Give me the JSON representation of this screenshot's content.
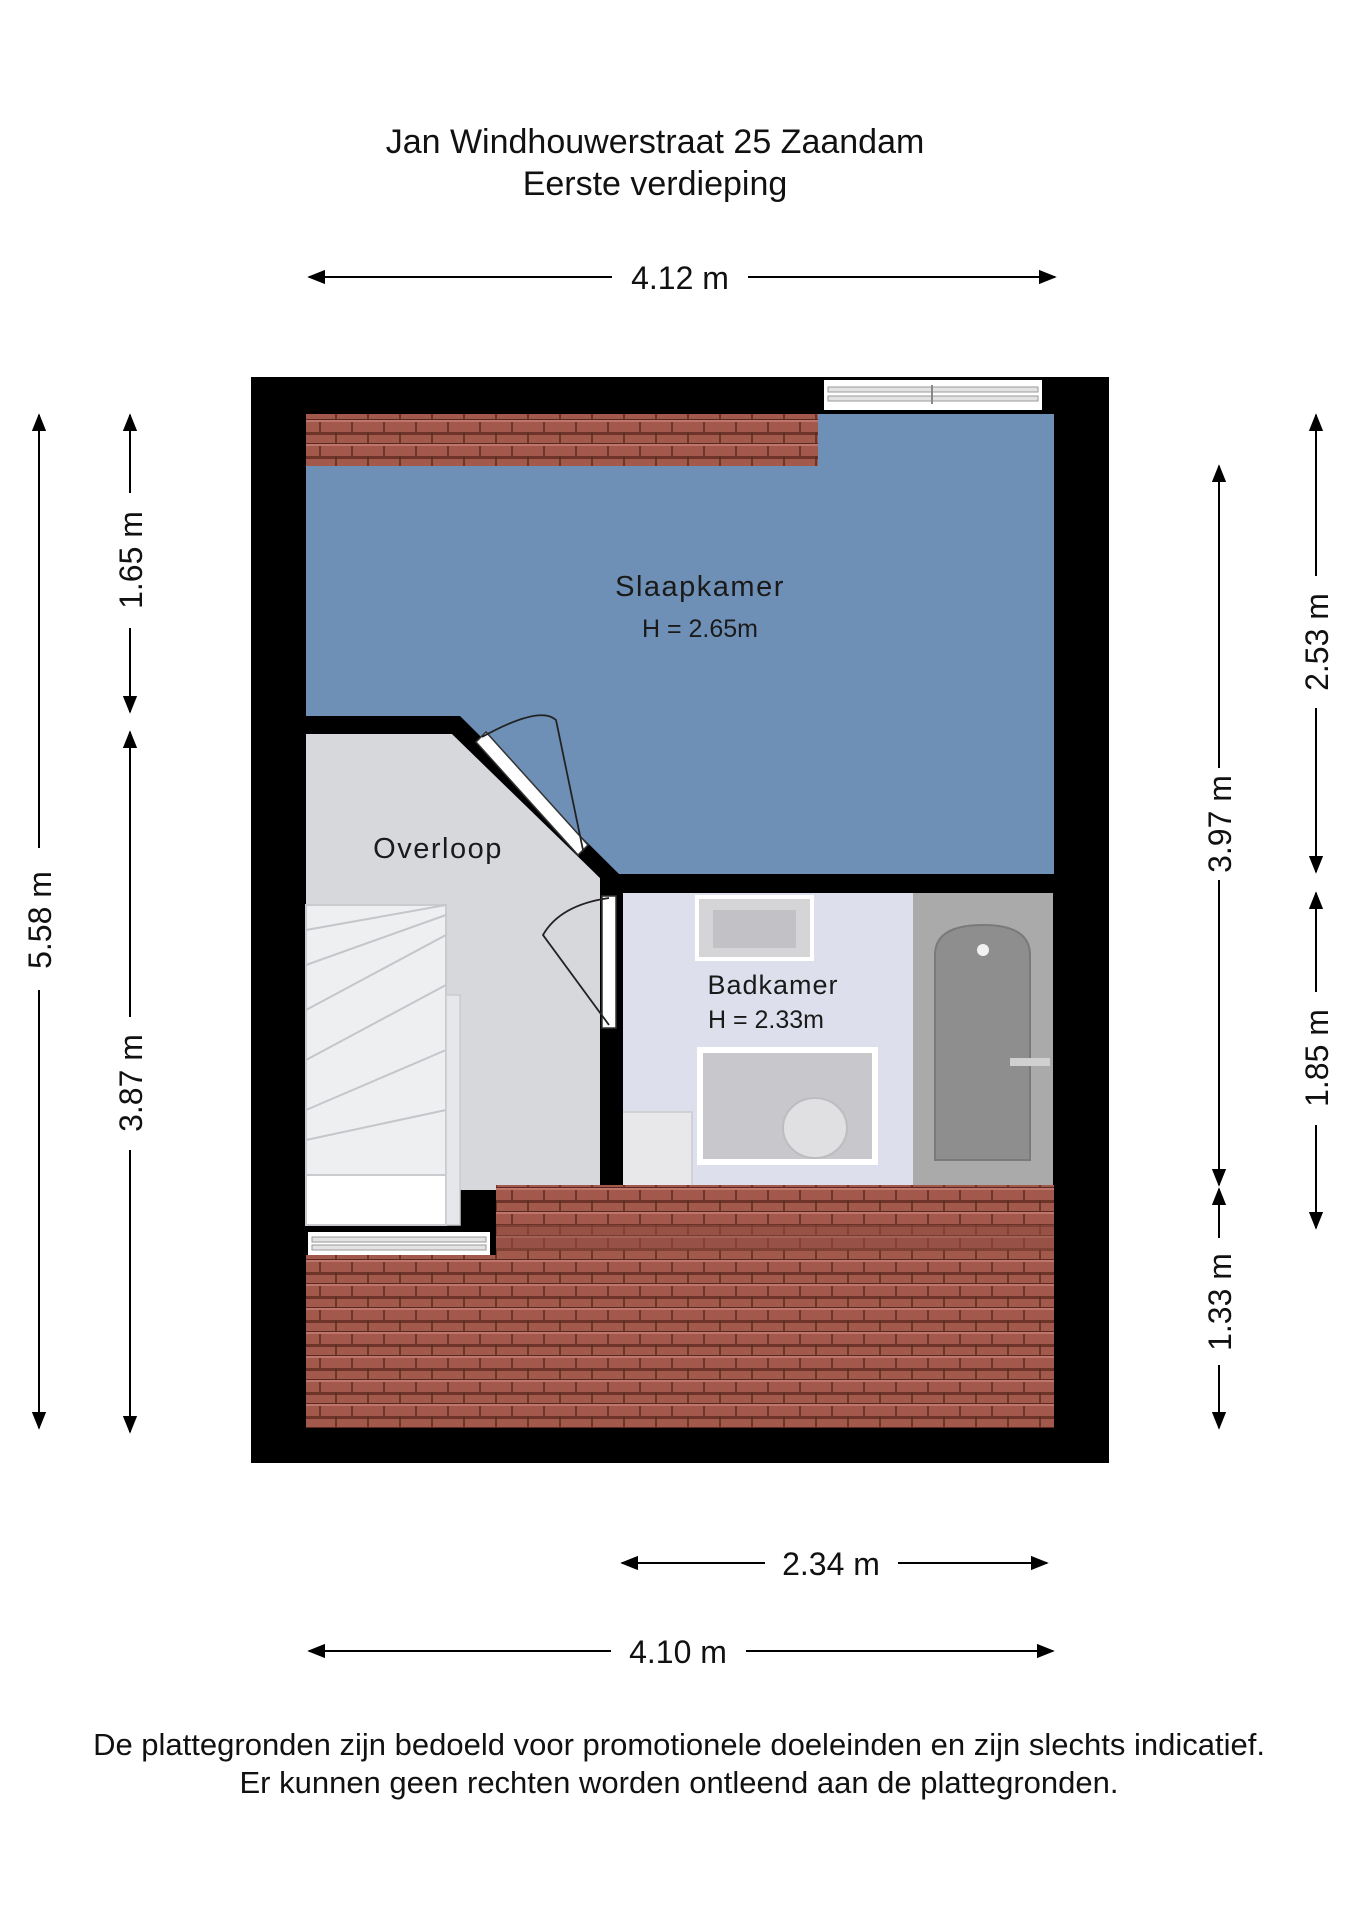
{
  "header": {
    "address": "Jan Windhouwerstraat 25 Zaandam",
    "floor": "Eerste verdieping"
  },
  "rooms": {
    "slaapkamer": {
      "name": "Slaapkamer",
      "height": "H = 2.65m"
    },
    "overloop": {
      "name": "Overloop"
    },
    "badkamer": {
      "name": "Badkamer",
      "height": "H = 2.33m"
    }
  },
  "dimensions": {
    "top_width": "4.12 m",
    "bottom_width_total": "4.10 m",
    "bottom_width_bath": "2.34 m",
    "left_total": "5.58 m",
    "left_upper": "1.65 m",
    "left_lower": "3.87 m",
    "right_mid": "3.97 m",
    "right_lower": "1.33 m",
    "far_right_upper": "2.53 m",
    "far_right_lower": "1.85 m"
  },
  "footer": {
    "line1": "De plattegronden zijn bedoeld voor promotionele doeleinden en zijn slechts indicatief.",
    "line2": "Er kunnen geen rechten worden ontleend aan de plattegronden."
  },
  "colors": {
    "wall": "#000000",
    "bedroom": "#6f90b6",
    "landing": "#d6d8dc",
    "bathroom": "#dde0ec",
    "roof_tile": "#a2594c",
    "roof_line": "#5a2a22"
  }
}
